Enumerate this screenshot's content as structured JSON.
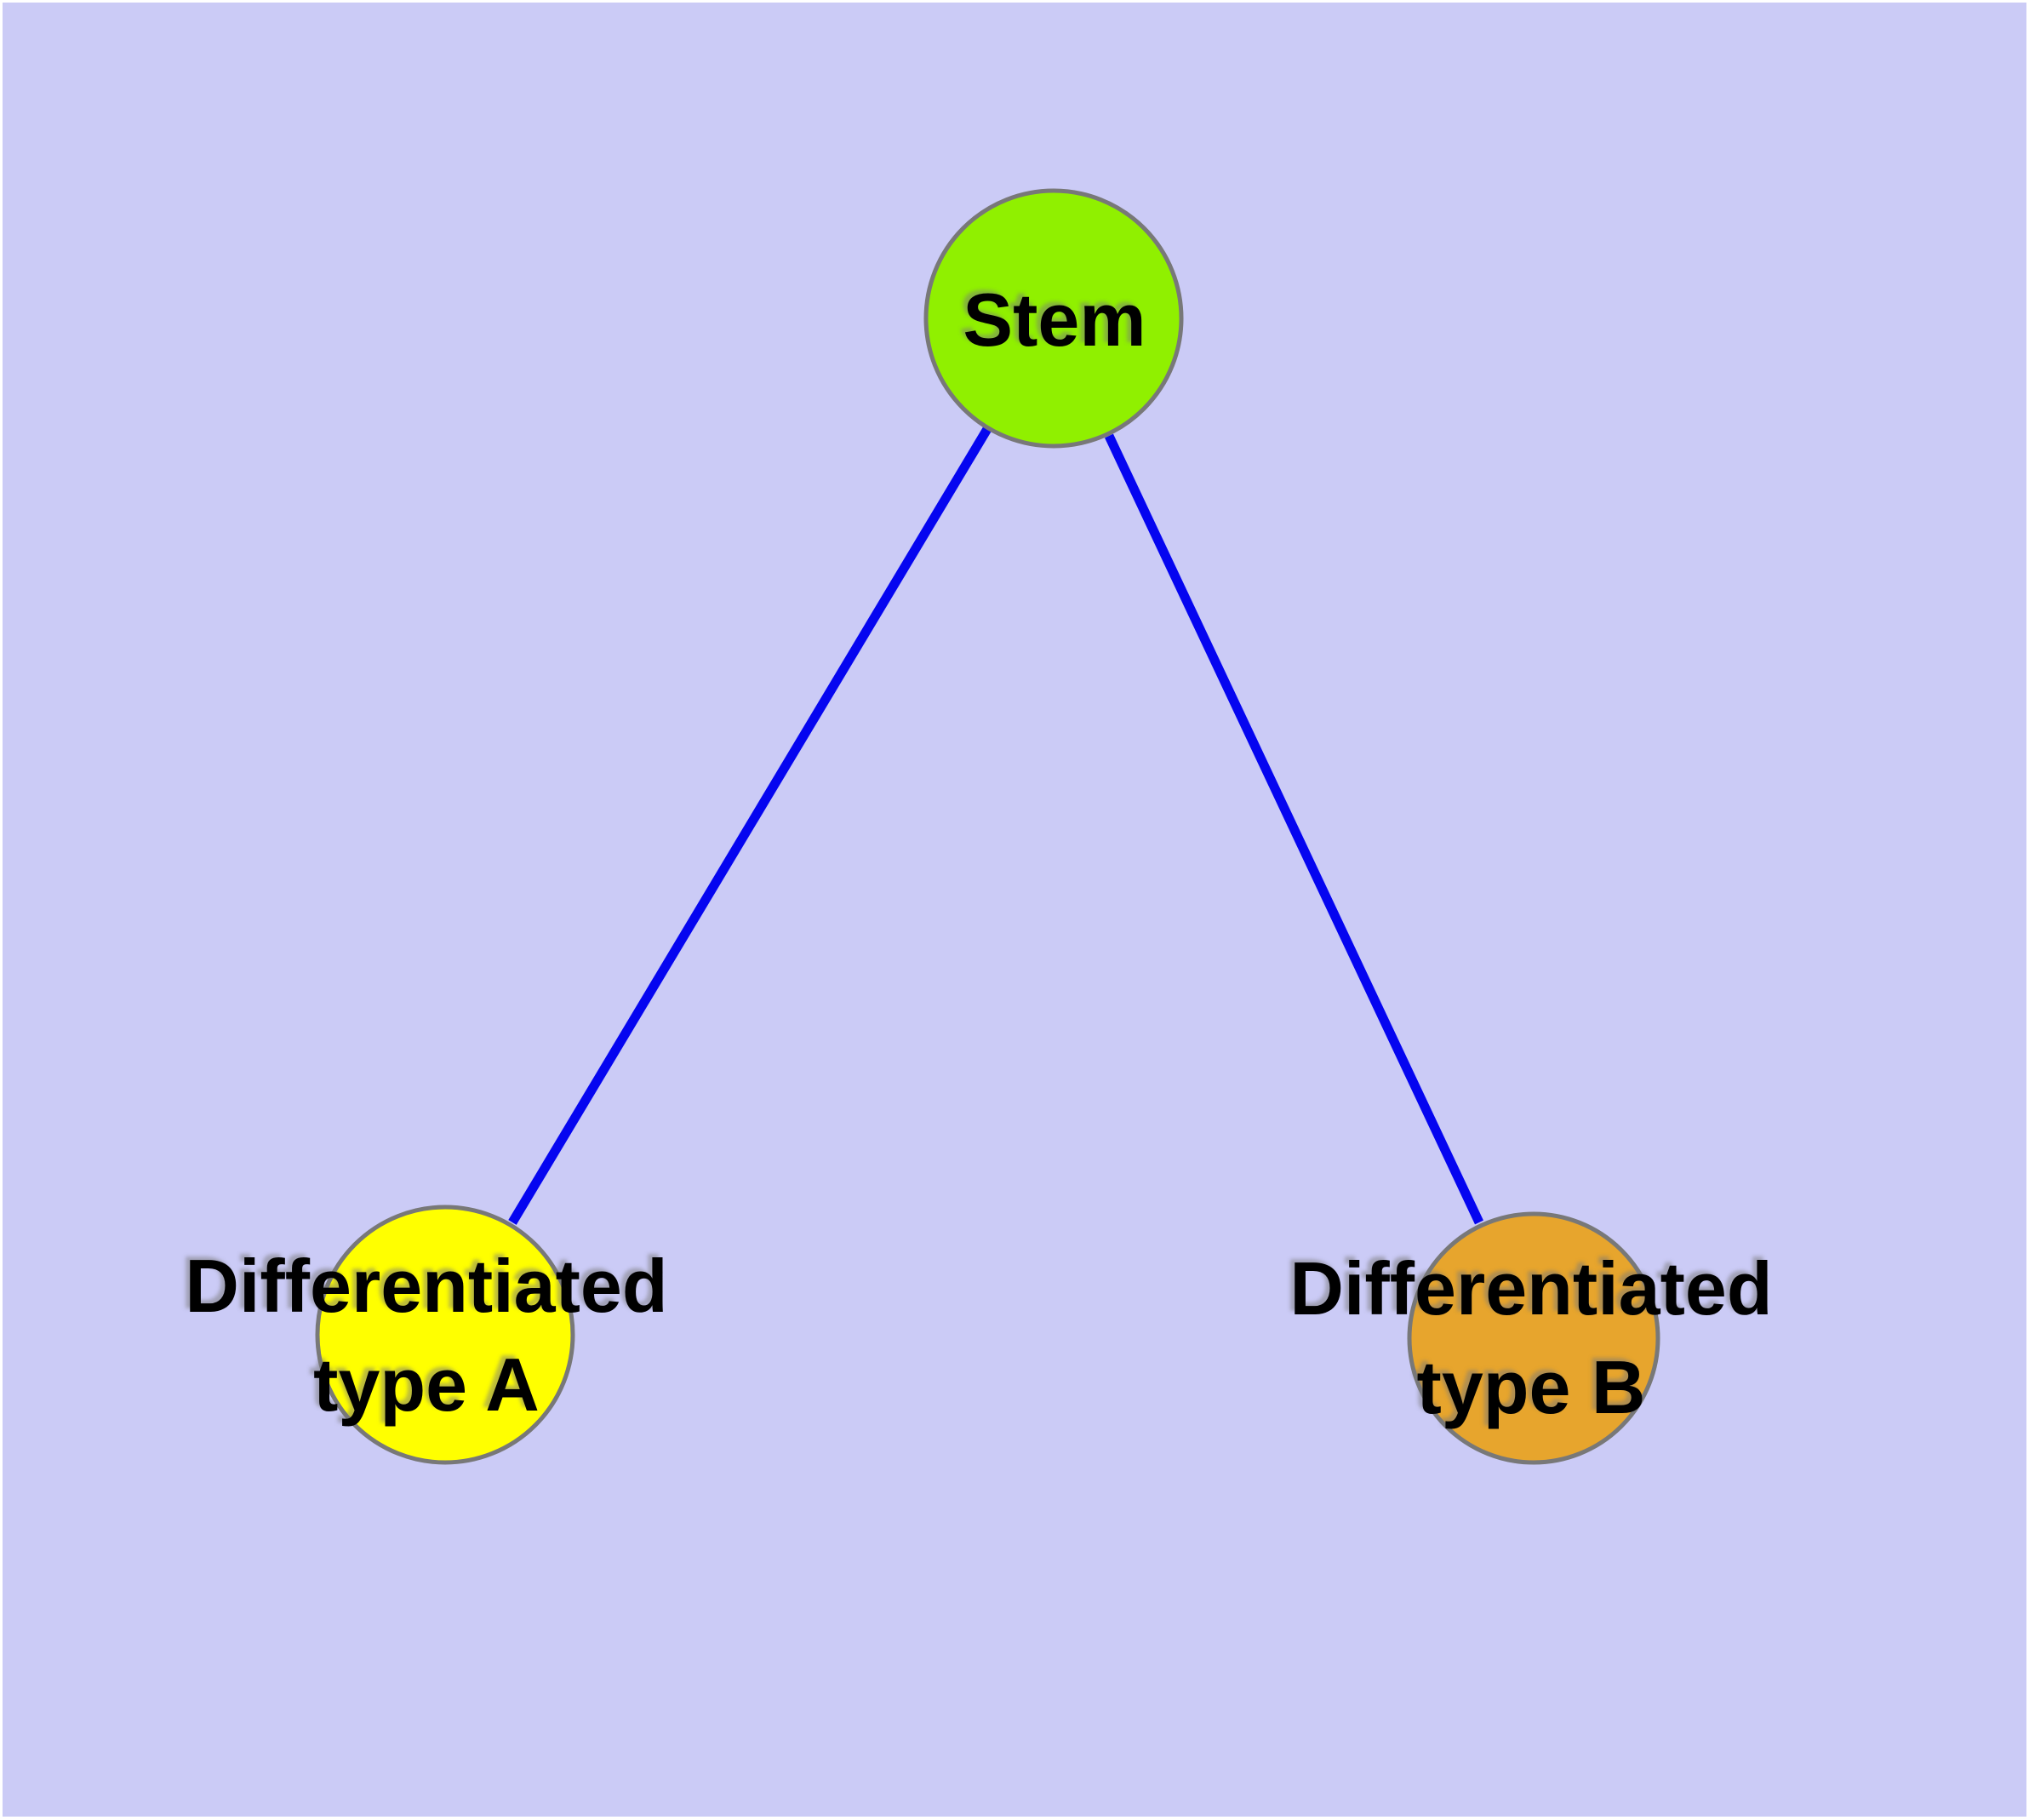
{
  "diagram": {
    "type": "graph",
    "frame_color": "#FFFFFF",
    "background_color": "#CBCBF6",
    "edge_color": "#0505F0",
    "node_border_color": "#787878",
    "text_color": "#000000",
    "nodes": [
      {
        "id": "stem",
        "label": "Stem",
        "label_lines": [
          "Stem"
        ],
        "color": "#90F000"
      },
      {
        "id": "differentiated-type-a",
        "label": "Differentiated type A",
        "label_lines": [
          "Differentiated",
          "type A"
        ],
        "color": "#FFFF00"
      },
      {
        "id": "differentiated-type-b",
        "label": "Differentiated type B",
        "label_lines": [
          "Differentiated",
          "type B"
        ],
        "color": "#E7A52D"
      }
    ],
    "edges": [
      {
        "from": "Stem",
        "to": "Differentiated type A"
      },
      {
        "from": "Stem",
        "to": "Differentiated type B"
      }
    ]
  }
}
